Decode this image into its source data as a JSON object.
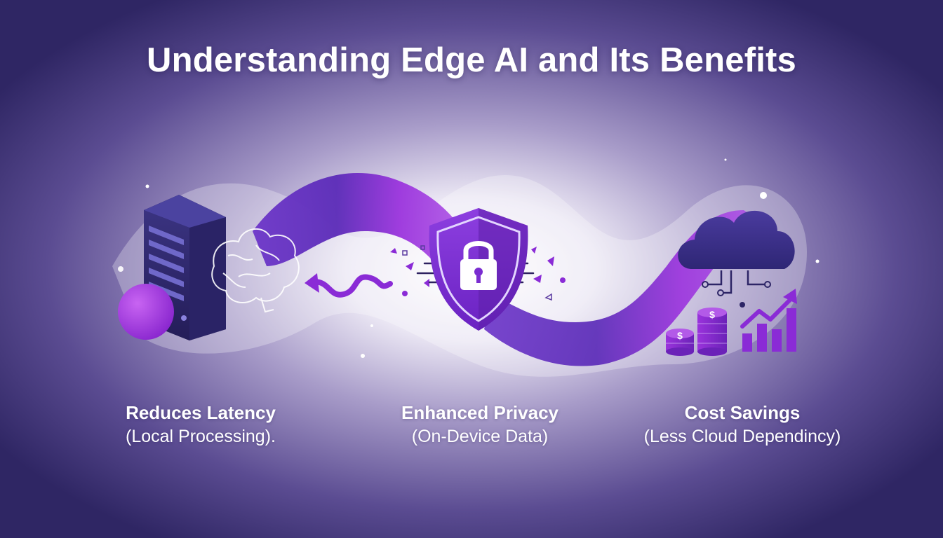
{
  "title": "Understanding Edge AI and Its Benefits",
  "benefits": [
    {
      "title": "Reduces Latency",
      "subtitle": "(Local Processing)."
    },
    {
      "title": "Enhanced Privacy",
      "subtitle": "(On-Device Data)"
    },
    {
      "title": "Cost Savings",
      "subtitle": "(Less Cloud Dependincy)"
    }
  ],
  "icons": [
    "server-icon",
    "brain-icon",
    "wave-arrow-icon",
    "shield-lock-icon",
    "cloud-icon",
    "coin-stack-icon",
    "growth-chart-icon"
  ],
  "colors": {
    "background": "#3e3373",
    "glow": "#ffffff",
    "ribbon": "#8a2bd6",
    "server": "#2d2566",
    "accent": "#a13ee6"
  }
}
